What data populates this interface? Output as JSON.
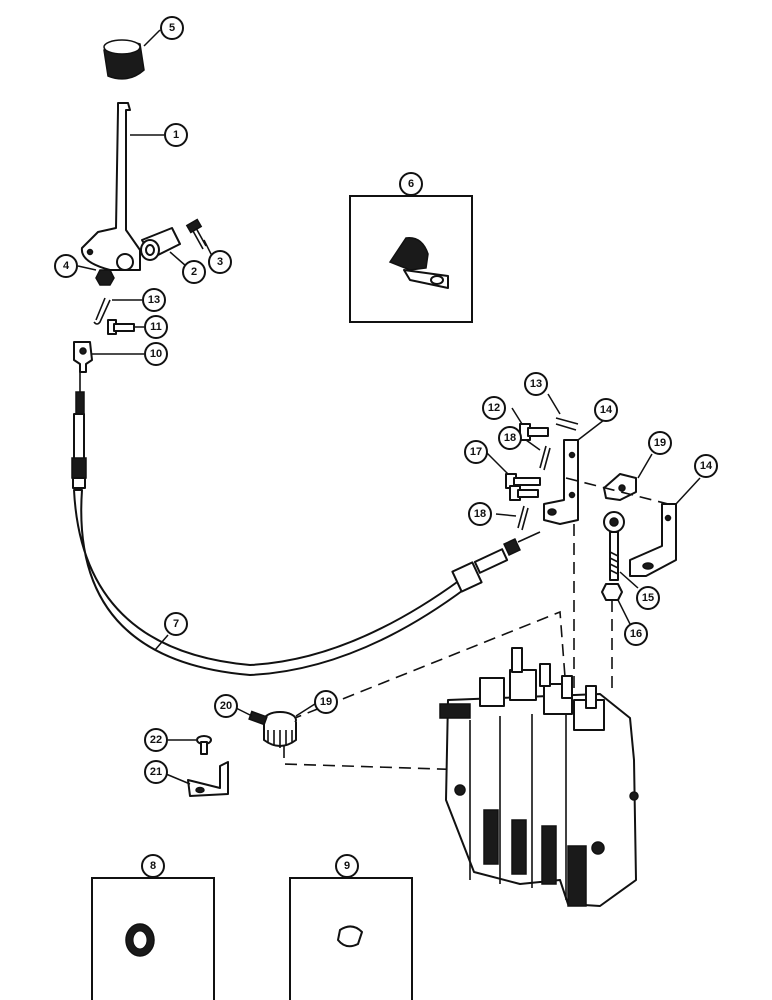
{
  "callouts": {
    "c1": "1",
    "c2": "2",
    "c3": "3",
    "c4": "4",
    "c5": "5",
    "c6": "6",
    "c7": "7",
    "c8": "8",
    "c9": "9",
    "c10": "10",
    "c11": "11",
    "c12": "12",
    "c13a": "13",
    "c13b": "13",
    "c14a": "14",
    "c14b": "14",
    "c15": "15",
    "c16": "16",
    "c17": "17",
    "c18a": "18",
    "c18b": "18",
    "c19a": "19",
    "c19b": "19",
    "c20": "20",
    "c21": "21",
    "c22": "22"
  }
}
